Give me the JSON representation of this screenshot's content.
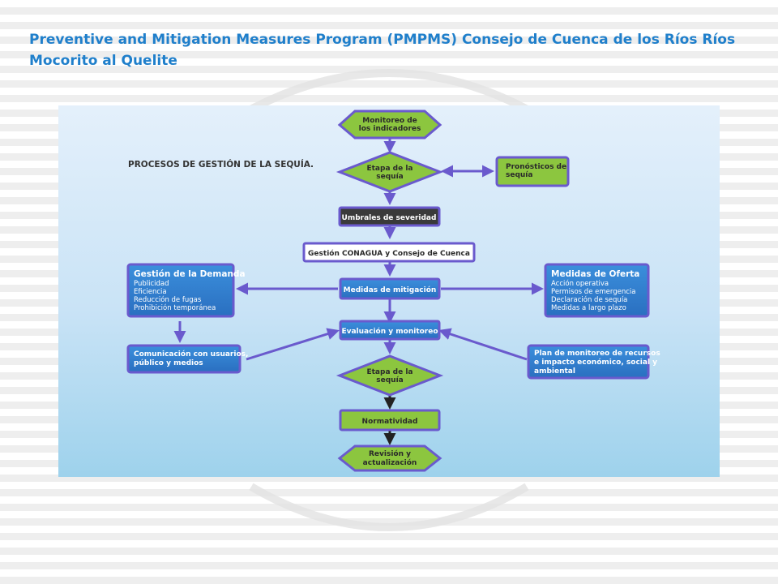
{
  "slide": {
    "title": "Preventive and Mitigation Measures Program (PMPMS) Consejo de Cuenca de los Ríos Ríos Mocorito al Quelite"
  },
  "colors": {
    "title": "#1f7fcb",
    "green_node": "#8cc63f",
    "node_border": "#6a5acd",
    "blue_box": "#2f84d4",
    "arrow": "#6a5acd"
  },
  "diagram": {
    "heading": "PROCESOS DE GESTIÓN DE LA SEQUÍA.",
    "monitoreo": [
      "Monitoreo de",
      "los indicadores"
    ],
    "etapa1": [
      "Etapa de la",
      "sequía"
    ],
    "pronosticos": [
      "Pronósticos de",
      "sequía"
    ],
    "umbrales": "Umbrales de severidad",
    "gestion_conagua": "Gestión CONAGUA y Consejo de Cuenca",
    "medidas_mitigacion": "Medidas de mitigación",
    "demanda": {
      "title": "Gestión de la Demanda",
      "items": [
        "Publicidad",
        "Eficiencia",
        "Reducción de fugas",
        "Prohibición temporánea"
      ]
    },
    "oferta": {
      "title": "Medidas de Oferta",
      "items": [
        "Acción operativa",
        "Permisos de emergencia",
        "Declaración de sequía",
        "Medidas a largo plazo"
      ]
    },
    "evaluacion": "Evaluación y monitoreo",
    "comunicacion": [
      "Comunicación con usuarios,",
      "público y medios"
    ],
    "plan": [
      "Plan de monitoreo de recursos",
      "e impacto económico, social y",
      "ambiental"
    ],
    "etapa2": [
      "Etapa de la",
      "sequía"
    ],
    "normatividad": "Normatividad",
    "revision": [
      "Revisión y",
      "actualización"
    ]
  }
}
